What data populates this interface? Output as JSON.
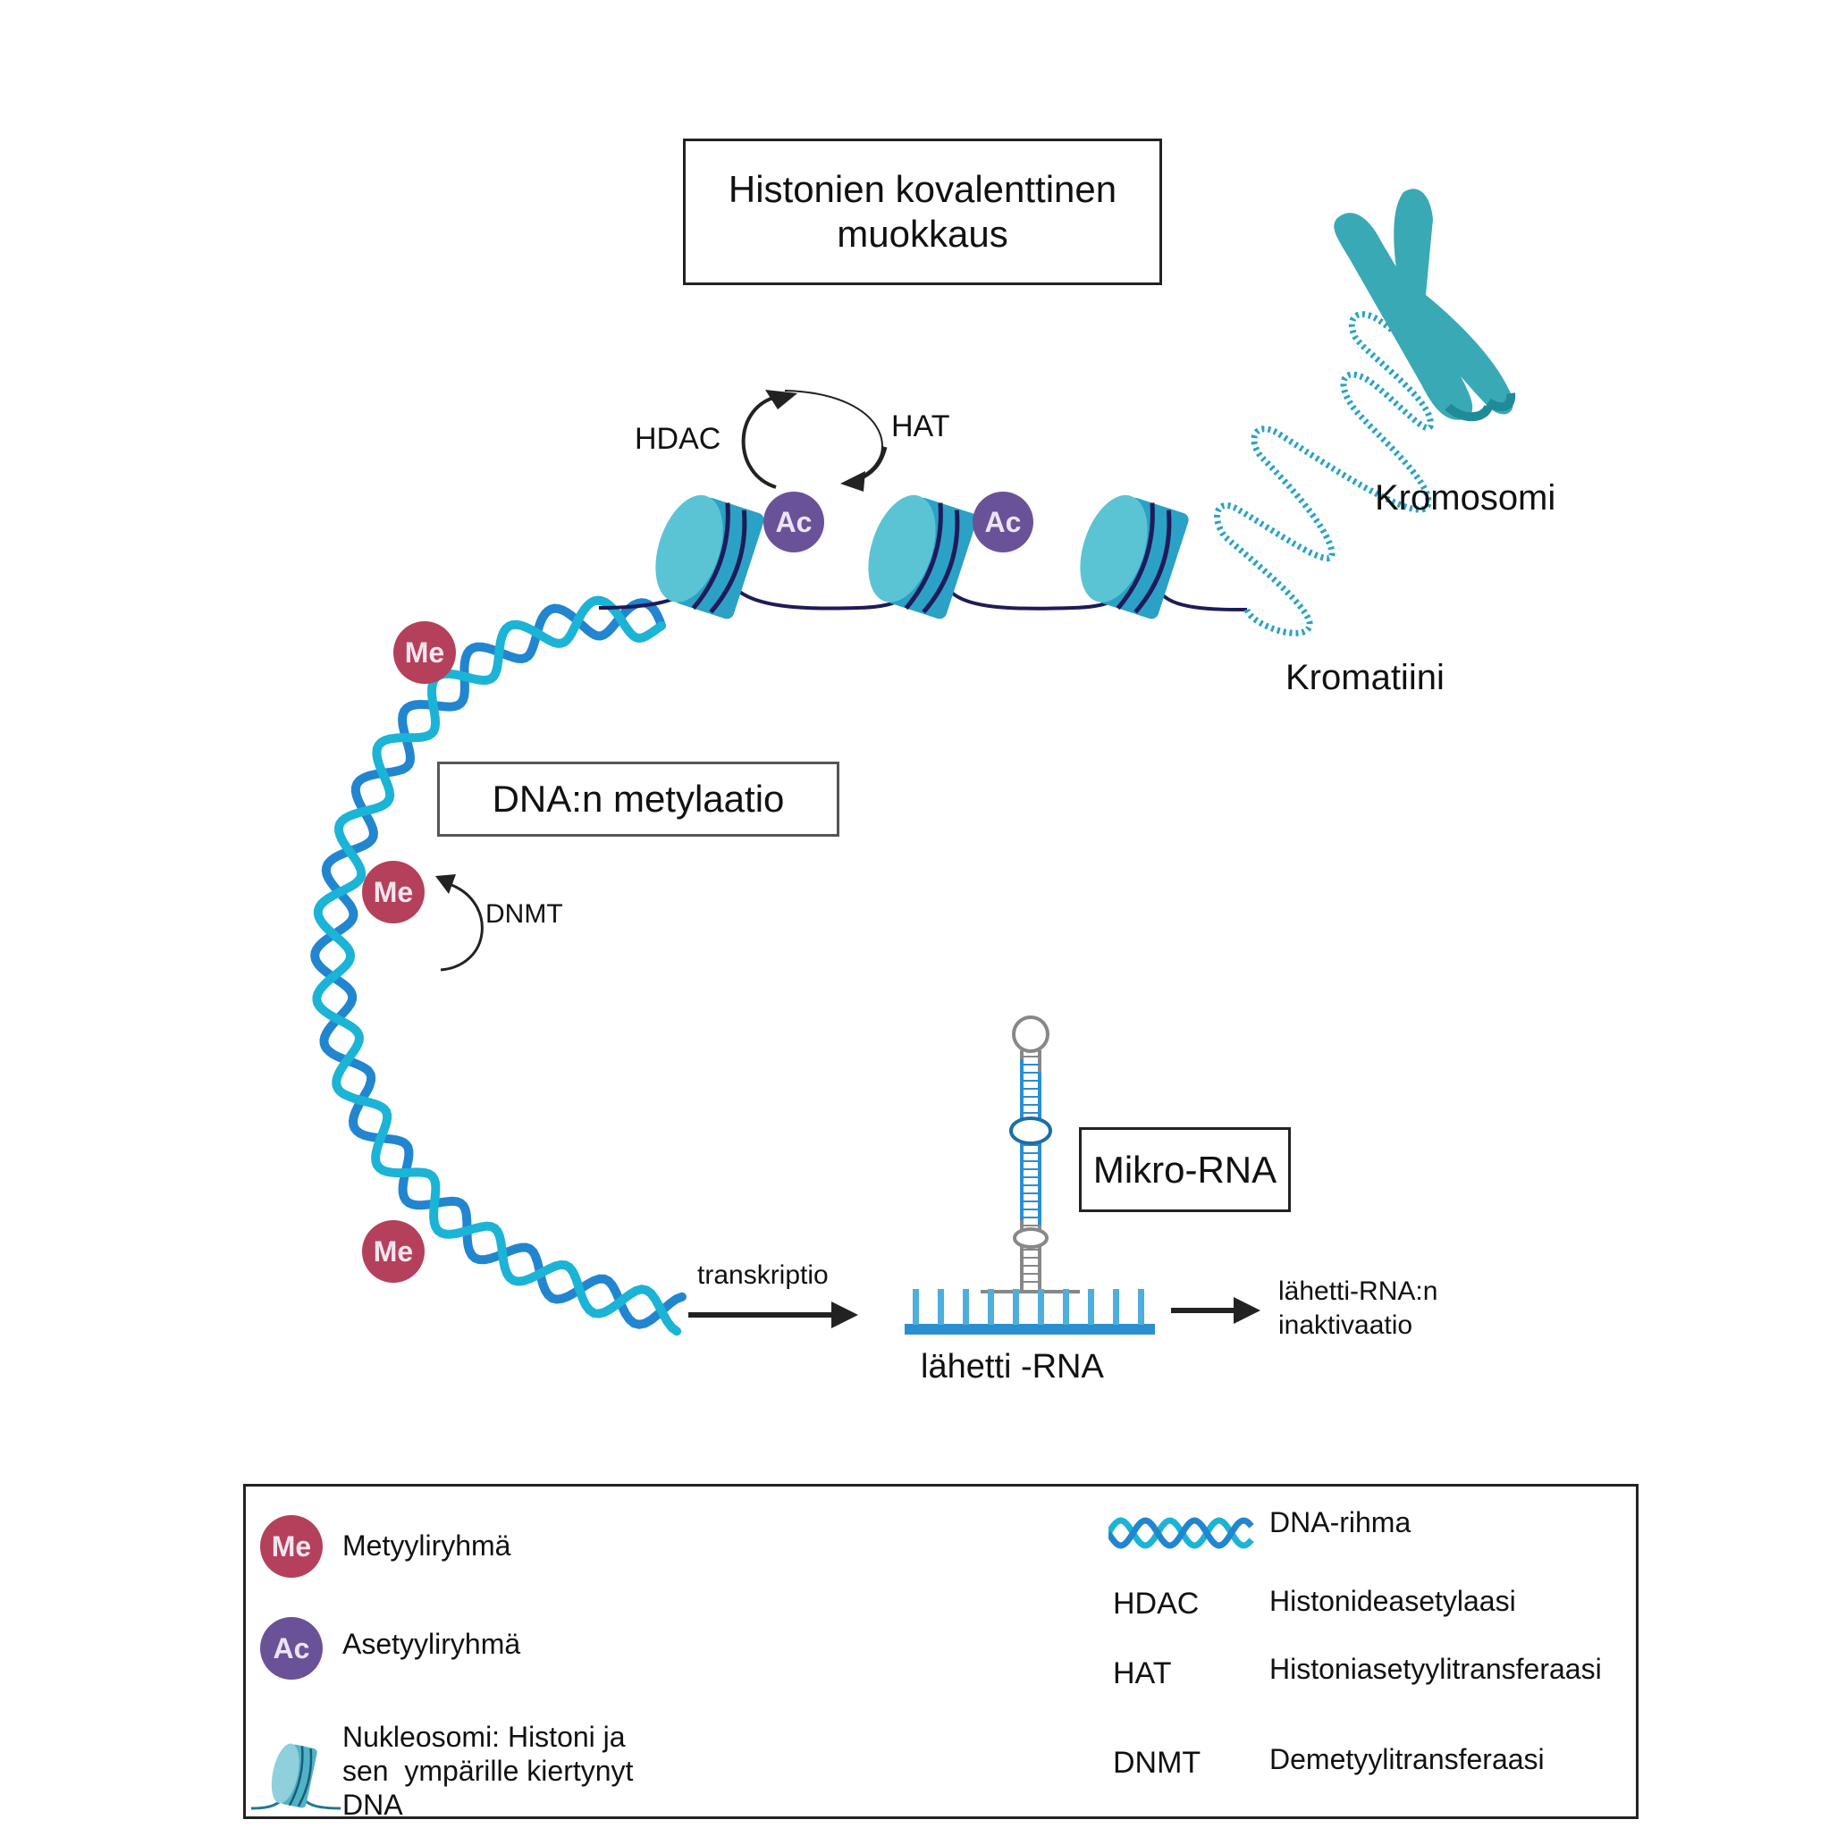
{
  "diagram": {
    "title_box": {
      "line1": "Histonien kovalenttinen",
      "line2": "muokkaus"
    },
    "methylation_box": "DNA:n metylaatio",
    "microrna_box": "Mikro-RNA",
    "labels": {
      "hdac": "HDAC",
      "hat": "HAT",
      "dnmt": "DNMT",
      "chromosome": "Kromosomi",
      "chromatin": "Kromatiini",
      "transcription": "transkriptio",
      "mrna": "lähetti -RNA",
      "inactivation_line1": "lähetti-RNA:n",
      "inactivation_line2": "inaktivaatio"
    },
    "markers": {
      "methyl": "Me",
      "acetyl": "Ac"
    },
    "colors": {
      "methyl": "#b5405b",
      "acetyl": "#6a5298",
      "dna_light": "#1bb4d6",
      "dna_dark": "#2285cf",
      "histone_light": "#5ac4d4",
      "histone_dark": "#2ba1c6",
      "linker_dna": "#1e1b5a",
      "chromosome": "#3aa9b6",
      "mrna": "#2a8fd0"
    }
  },
  "legend": {
    "left": [
      {
        "icon": "methyl-group-icon",
        "symbol": "Me",
        "text": "Metyyliryhmä"
      },
      {
        "icon": "acetyl-group-icon",
        "symbol": "Ac",
        "text": "Asetyyliryhmä"
      },
      {
        "icon": "nucleosome-icon",
        "text_lines": [
          "Nukleosomi: Histoni ja",
          "sen  ympärille kiertynyt",
          "DNA"
        ]
      }
    ],
    "right": [
      {
        "icon": "dna-strand-icon",
        "abbr": "",
        "text": "DNA-rihma"
      },
      {
        "abbr": "HDAC",
        "text": "Histonideasetylaasi"
      },
      {
        "abbr": "HAT",
        "text": "Histoniasetyylitransferaasi"
      },
      {
        "abbr": "DNMT",
        "text": "Demetyylitransferaasi"
      }
    ]
  }
}
